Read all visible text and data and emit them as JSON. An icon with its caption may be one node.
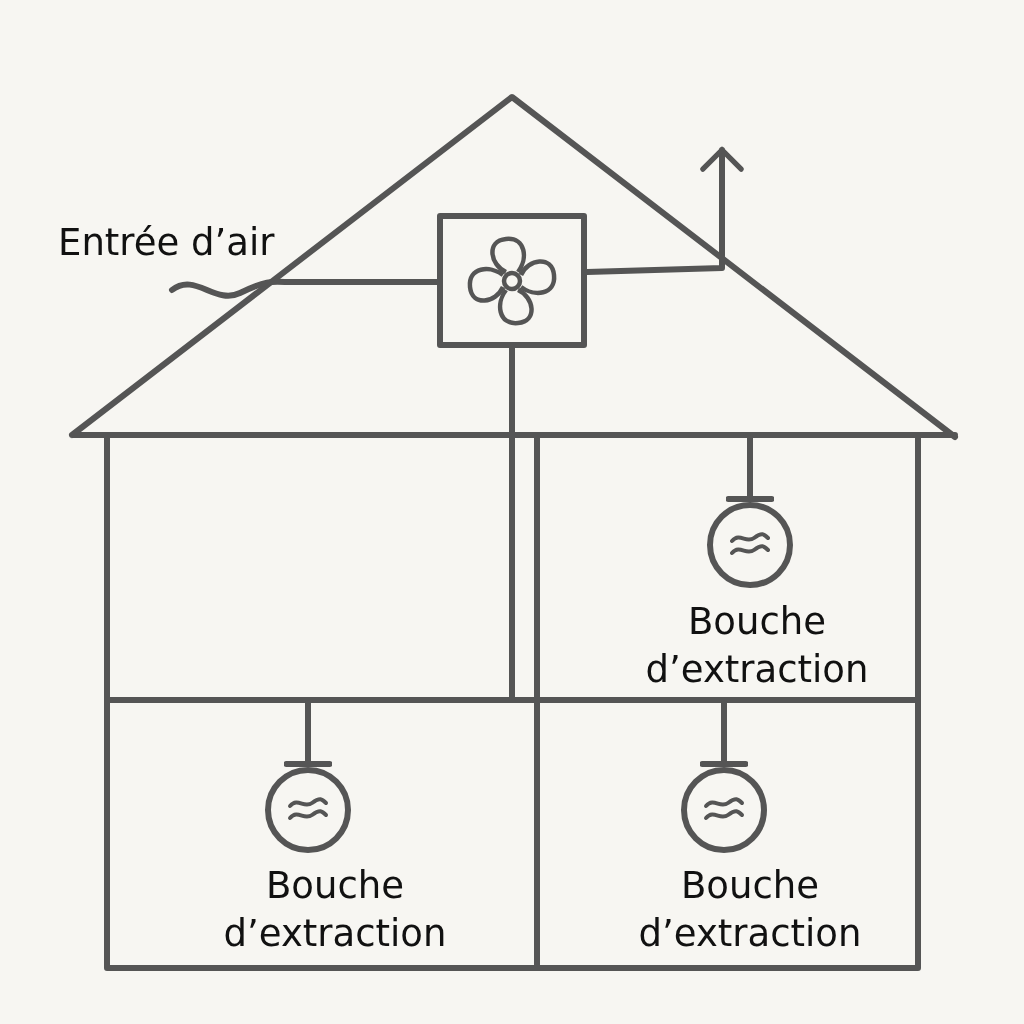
{
  "diagram": {
    "nodes": [
      {
        "text": [],
        "shape": "box"
      },
      {
        "text": [
          "Entrée d’air"
        ]
      },
      {
        "text": [],
        "shape": "circle",
        "beside": [
          "Bouche d’extraction"
        ]
      },
      {
        "text": [],
        "shape": "circle",
        "beside": [
          "Bouche d’extraction"
        ]
      },
      {
        "text": [],
        "shape": "circle",
        "beside": [
          "Bouche d’extraction"
        ]
      }
    ],
    "edges": [
      {
        "from": 1,
        "to": 0,
        "arrow": "none"
      },
      {
        "from": 0,
        "to": null,
        "arrow": "to"
      },
      {
        "from": 0,
        "to": null,
        "arrow": "none"
      },
      {
        "from": null,
        "to": 2,
        "arrow": "other"
      },
      {
        "from": null,
        "to": 3,
        "arrow": "other"
      },
      {
        "from": null,
        "to": 4,
        "arrow": "other"
      }
    ]
  }
}
